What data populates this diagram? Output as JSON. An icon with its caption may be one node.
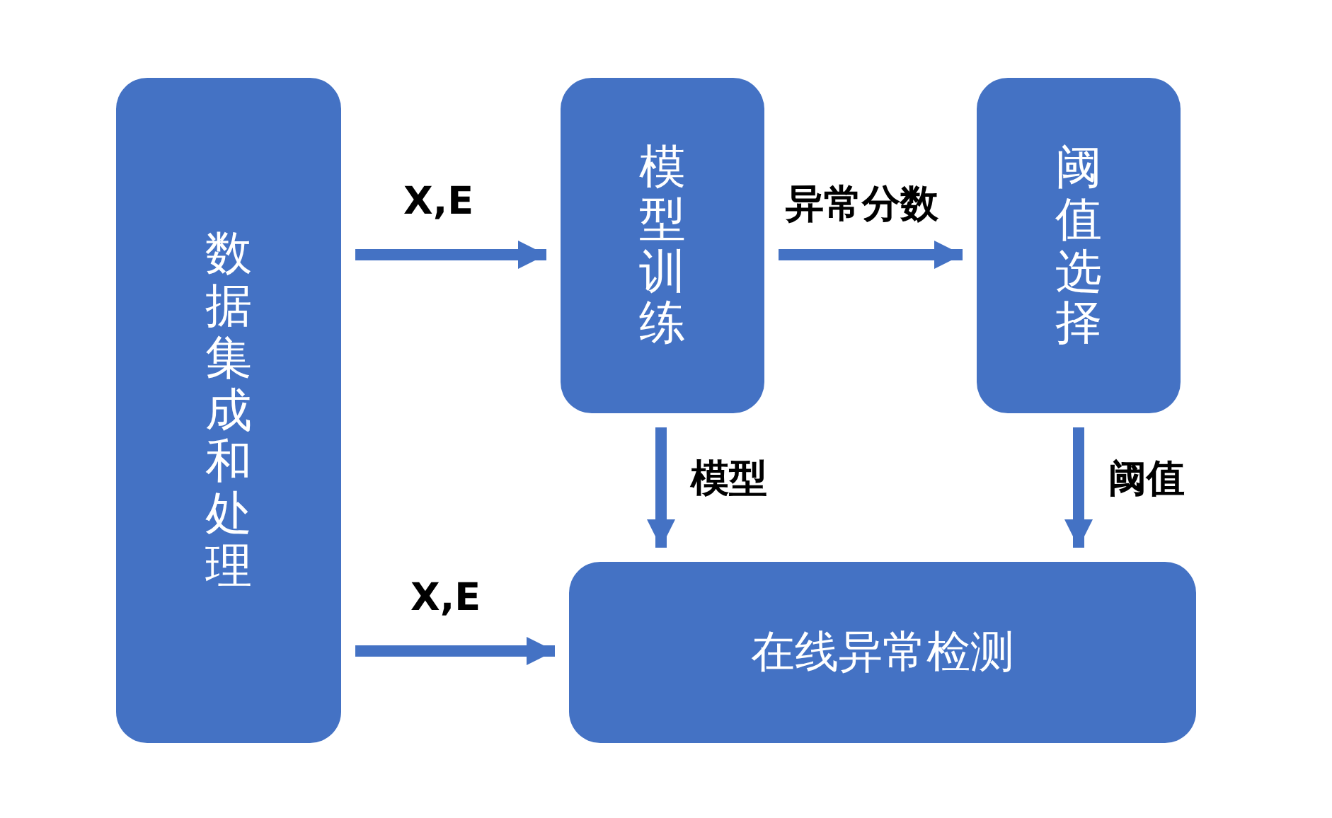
{
  "diagram": {
    "nodes": [
      {
        "text": [
          "数据集成和处理"
        ]
      },
      {
        "text": [
          "模型训练"
        ]
      },
      {
        "text": [
          "阈值选择"
        ]
      },
      {
        "text": [
          "在线异常检测"
        ]
      }
    ],
    "edges": [
      {
        "from": 0,
        "to": 1,
        "arrow": "to",
        "label": "X,E"
      },
      {
        "from": 1,
        "to": 2,
        "arrow": "to",
        "label": "异常分数"
      },
      {
        "from": 1,
        "to": 3,
        "arrow": "to",
        "label": "模型"
      },
      {
        "from": 2,
        "to": 3,
        "arrow": "to",
        "label": "阈值"
      },
      {
        "from": 0,
        "to": 3,
        "arrow": "to",
        "label": "X,E"
      }
    ]
  }
}
